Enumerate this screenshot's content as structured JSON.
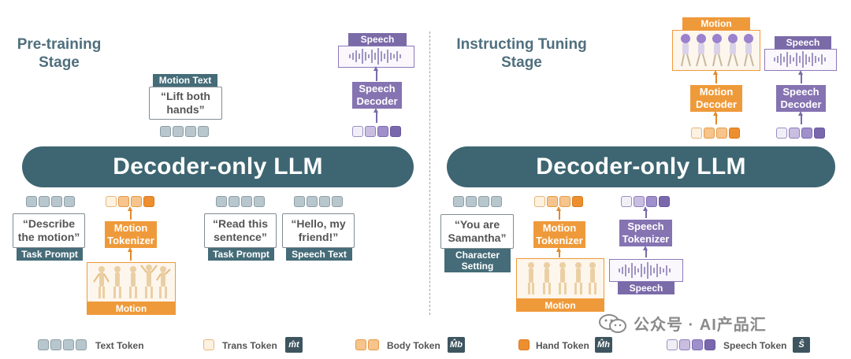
{
  "left": {
    "stage_title_line1": "Pre-training",
    "stage_title_line2": "Stage",
    "llm_label": "Decoder-only LLM",
    "motion_text_tag": "Motion Text",
    "motion_text_quote_line1": "“Lift both",
    "motion_text_quote_line2": "hands”",
    "speech_tag": "Speech",
    "speech_decoder_line1": "Speech",
    "speech_decoder_line2": "Decoder",
    "describe_quote_line1": "“Describe",
    "describe_quote_line2": "the motion”",
    "task_prompt_1": "Task Prompt",
    "motion_tokenizer_line1": "Motion",
    "motion_tokenizer_line2": "Tokenizer",
    "motion_tag": "Motion",
    "read_quote_line1": "“Read this",
    "read_quote_line2": "sentence”",
    "task_prompt_2": "Task Prompt",
    "hello_quote_line1": "“Hello, my",
    "hello_quote_line2": "friend!”",
    "speech_text_tag": "Speech Text"
  },
  "right": {
    "stage_title_line1": "Instructing Tuning",
    "stage_title_line2": "Stage",
    "llm_label": "Decoder-only LLM",
    "motion_top_tag": "Motion",
    "speech_top_tag": "Speech",
    "motion_decoder_line1": "Motion",
    "motion_decoder_line2": "Decoder",
    "speech_decoder_line1": "Speech",
    "speech_decoder_line2": "Decoder",
    "samantha_quote_line1": "“You are",
    "samantha_quote_line2": "Samantha”",
    "character_setting_line1": "Character",
    "character_setting_line2": "Setting",
    "motion_tokenizer_line1": "Motion",
    "motion_tokenizer_line2": "Tokenizer",
    "motion_tag": "Motion",
    "speech_tokenizer_line1": "Speech",
    "speech_tokenizer_line2": "Tokenizer",
    "speech_tag": "Speech"
  },
  "legend": {
    "text_token": "Text Token",
    "trans_token": "Trans Token",
    "trans_symbol": "m̂t",
    "body_token": "Body Token",
    "body_symbol": "M̂b",
    "hand_token": "Hand Token",
    "hand_symbol": "M̂h",
    "speech_token": "Speech Token",
    "speech_symbol": "Ŝ"
  },
  "watermark": "公众号 · AI产品汇",
  "colors": {
    "llm": "#3e6672",
    "motion_orange": "#ef9a3a",
    "speech_purple": "#8573b2",
    "text_slate": "#456c78"
  }
}
